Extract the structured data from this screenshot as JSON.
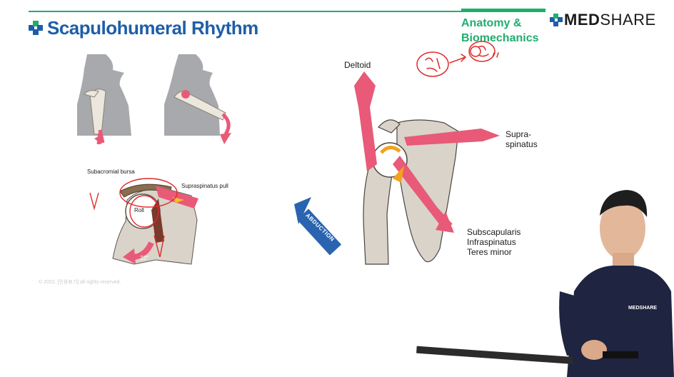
{
  "header": {
    "title": "Scapulohumeral Rhythm",
    "subject_line1": "Anatomy &",
    "subject_line2": "Biomechanics",
    "brand_bold": "MED",
    "brand_light": "SHARE",
    "accent_color": "#1fae6e",
    "title_color": "#1e5ea8"
  },
  "left_figure": {
    "bursa_label": "Subacromial bursa",
    "pull_label": "Supraspinatus pull",
    "roll_label": "Roll",
    "angle_label": "22°"
  },
  "right_figure": {
    "deltoid_label": "Deltoid",
    "supra_line1": "Supra-",
    "supra_line2": "spinatus",
    "sub_line1": "Subscapularis",
    "sub_line2": "Infraspinatus",
    "sub_line3": "Teres minor",
    "abduction_label": "ABDUCTION"
  },
  "presenter": {
    "shirt_logo": "MEDSHARE"
  },
  "footer": {
    "copyright": "© 2022. [인용표기] all rights reserved."
  },
  "colors": {
    "muscle_pink": "#e85a78",
    "bone": "#d9d3c9",
    "abduction_blue": "#2a64b0",
    "annotation_red": "#e02a2a"
  }
}
